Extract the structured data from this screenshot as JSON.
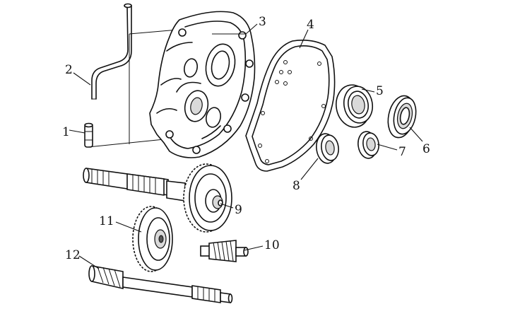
{
  "parts": [
    {
      "id": "part-1",
      "label": "1"
    },
    {
      "id": "part-2",
      "label": "2"
    },
    {
      "id": "part-3",
      "label": "3"
    },
    {
      "id": "part-4",
      "label": "4"
    },
    {
      "id": "part-5",
      "label": "5"
    },
    {
      "id": "part-6",
      "label": "6"
    },
    {
      "id": "part-7",
      "label": "7"
    },
    {
      "id": "part-8",
      "label": "8"
    },
    {
      "id": "part-9",
      "label": "9"
    },
    {
      "id": "part-10",
      "label": "10"
    },
    {
      "id": "part-11",
      "label": "11"
    },
    {
      "id": "part-12",
      "label": "12"
    }
  ]
}
